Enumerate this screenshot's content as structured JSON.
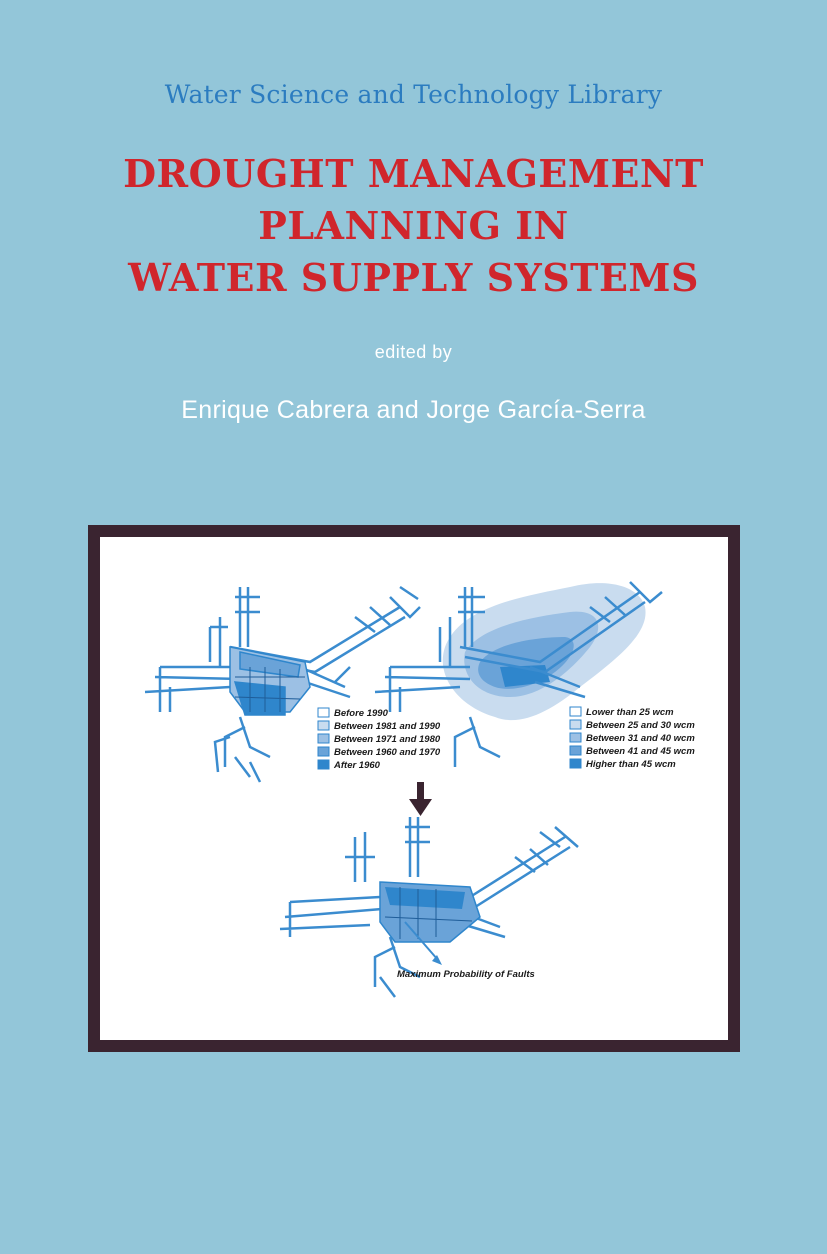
{
  "cover": {
    "series": "Water Science and Technology Library",
    "title_lines": [
      "DROUGHT MANAGEMENT",
      "PLANNING IN",
      "WATER SUPPLY SYSTEMS"
    ],
    "edited_by": "edited by",
    "editors": "Enrique Cabrera and Jorge García-Serra"
  },
  "figure": {
    "legend_age": [
      "Before 1990",
      "Between 1981 and 1990",
      "Between 1971 and 1980",
      "Between 1960 and 1970",
      "After 1960"
    ],
    "legend_pressure": [
      "Lower than 25 wcm",
      "Between 25 and 30 wcm",
      "Between 31 and 40 wcm",
      "Between 41 and 45 wcm",
      "Higher than 45 wcm"
    ],
    "fault_label": "Maximum Probability of Faults",
    "swatch_colors": [
      "#ffffff",
      "#c9dcef",
      "#9cc0e4",
      "#6aa3d8",
      "#2f86cc"
    ]
  },
  "colors": {
    "background": "#93c6d9",
    "series_text": "#2b7cc0",
    "title_text": "#d0262c",
    "frame": "#3a2430",
    "map_blue": "#3b8ccf"
  }
}
